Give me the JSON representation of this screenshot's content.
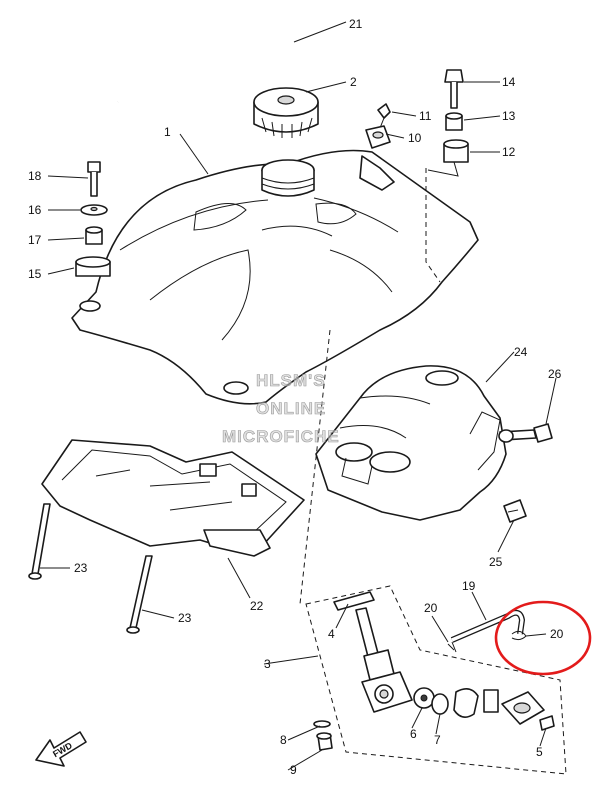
{
  "diagram": {
    "part_numbers": [
      "1",
      "2",
      "3",
      "4",
      "5",
      "6",
      "7",
      "8",
      "9",
      "10",
      "11",
      "12",
      "13",
      "14",
      "15",
      "16",
      "17",
      "18",
      "19",
      "20",
      "20",
      "21",
      "22",
      "23",
      "23",
      "24",
      "25",
      "26"
    ],
    "watermark_lines": [
      "HLSM'S",
      "ONLINE",
      "MICROFICHE"
    ],
    "direction_label": "FWD",
    "highlight_color": "#e31b1b",
    "line_color": "#1a1a1a"
  }
}
